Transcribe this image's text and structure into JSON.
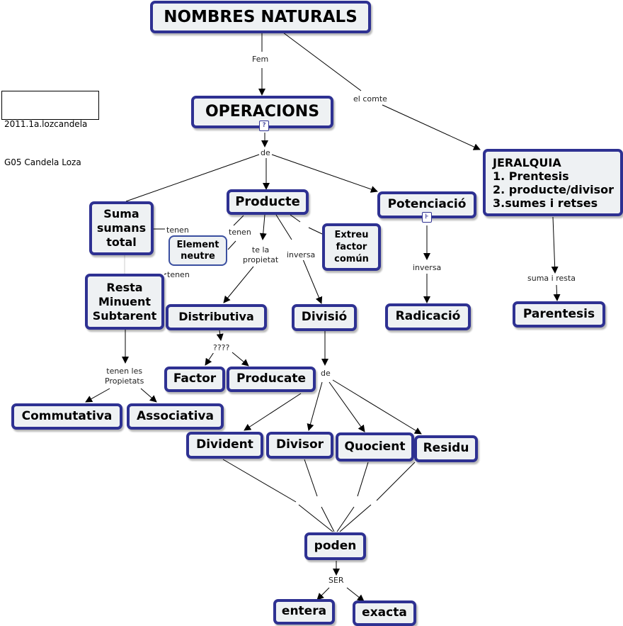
{
  "note": {
    "line1": "2011.1a.lozcandela",
    "line2": "G05 Candela Loza"
  },
  "nodes": {
    "nombres_naturals": "NOMBRES NATURALS",
    "operacions": "OPERACIONS",
    "jeralquia": "JERALQUIA\n1. Prentesis\n2. producte/divisor\n3.sumes i retses",
    "suma": "Suma\nsumans\ntotal",
    "element_neutre": "Element\nneutre",
    "resta": "Resta\nMinuent\nSubtarent",
    "producte": "Producte",
    "extreu": "Extreu\nfactor\ncomún",
    "potenciacio": "Potenciació",
    "distributiva": "Distributiva",
    "divisio": "Divisió",
    "radicacio": "Radicació",
    "parentesis": "Parentesis",
    "factor": "Factor",
    "producate": "Producate",
    "commutativa": "Commutativa",
    "associativa": "Associativa",
    "divident": "Divident",
    "divisor": "Divisor",
    "quocient": "Quocient",
    "residu": "Residu",
    "poden": "poden",
    "entera": "entera",
    "exacta": "exacta"
  },
  "links": {
    "fem": "Fem",
    "el_comte": "el comte",
    "de": "de",
    "tenen_1": "tenen",
    "tenen_2": "tenen",
    "tenen_3": "tenen",
    "te_la_propietat": "te la\npropietat",
    "inversa_1": "inversa",
    "inversa_2": "inversa",
    "suma_i_resta": "suma i resta",
    "interrogants": "????",
    "tenen_les_propietats": "tenen les\nPropietats",
    "de_2": "de",
    "ser": "SER"
  },
  "icons": {
    "operacions": "document-icon",
    "potenciacio": "concept-map-icon"
  },
  "colors": {
    "node_border": "#2e3192",
    "node_fill": "#eef1f3",
    "line": "#000000"
  }
}
